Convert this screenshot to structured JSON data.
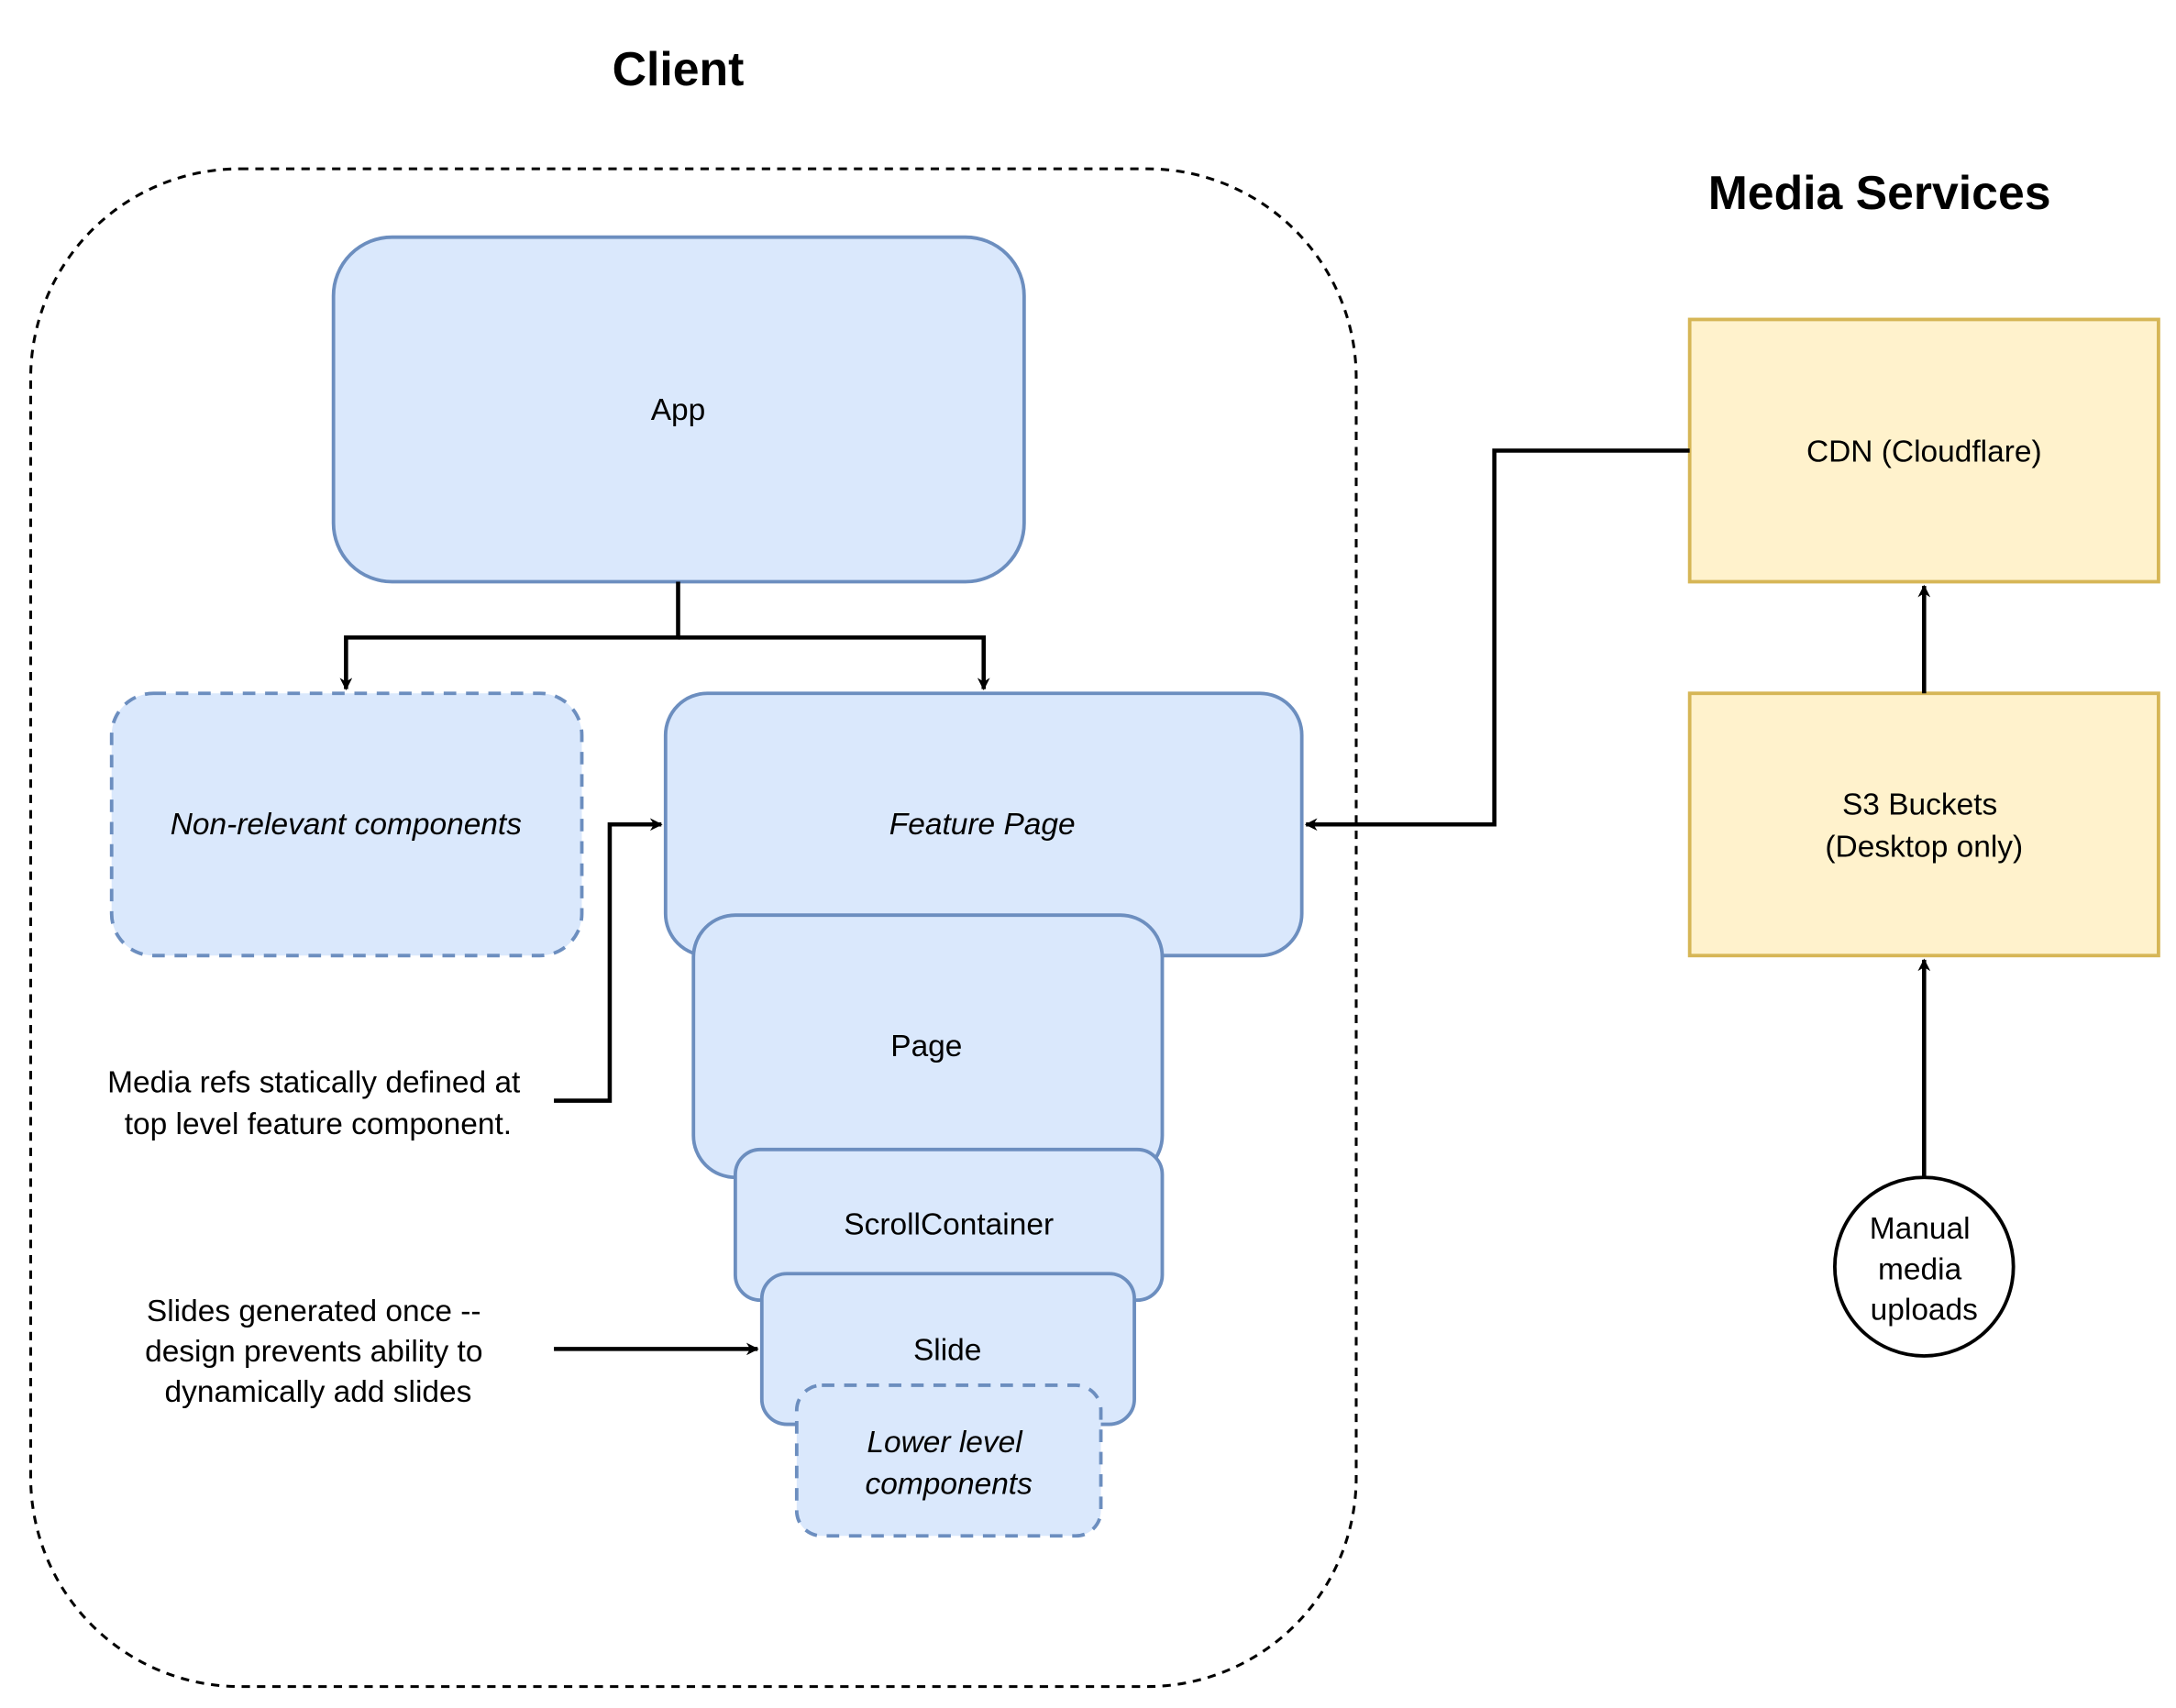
{
  "titles": {
    "client": "Client",
    "media_services": "Media Services"
  },
  "nodes": {
    "app": "App",
    "non_relevant": "Non-relevant components",
    "feature_page": "Feature Page",
    "page": "Page",
    "scroll_container": "ScrollContainer",
    "slide": "Slide",
    "lower_level": [
      "Lower level",
      "components"
    ],
    "cdn": "CDN (Cloudflare)",
    "s3": [
      "S3 Buckets",
      "(Desktop only)"
    ],
    "manual_uploads": [
      "Manual",
      "media",
      "uploads"
    ]
  },
  "notes": {
    "media_refs": [
      "Media refs statically defined at",
      "top level feature component."
    ],
    "slides_generated": [
      "Slides generated once --",
      "design prevents ability to",
      "dynamically add slides"
    ]
  },
  "colors": {
    "component_fill": "#dae8fc",
    "component_stroke": "#6c8ebf",
    "service_fill": "#fff2cc",
    "service_stroke": "#d6b656"
  }
}
